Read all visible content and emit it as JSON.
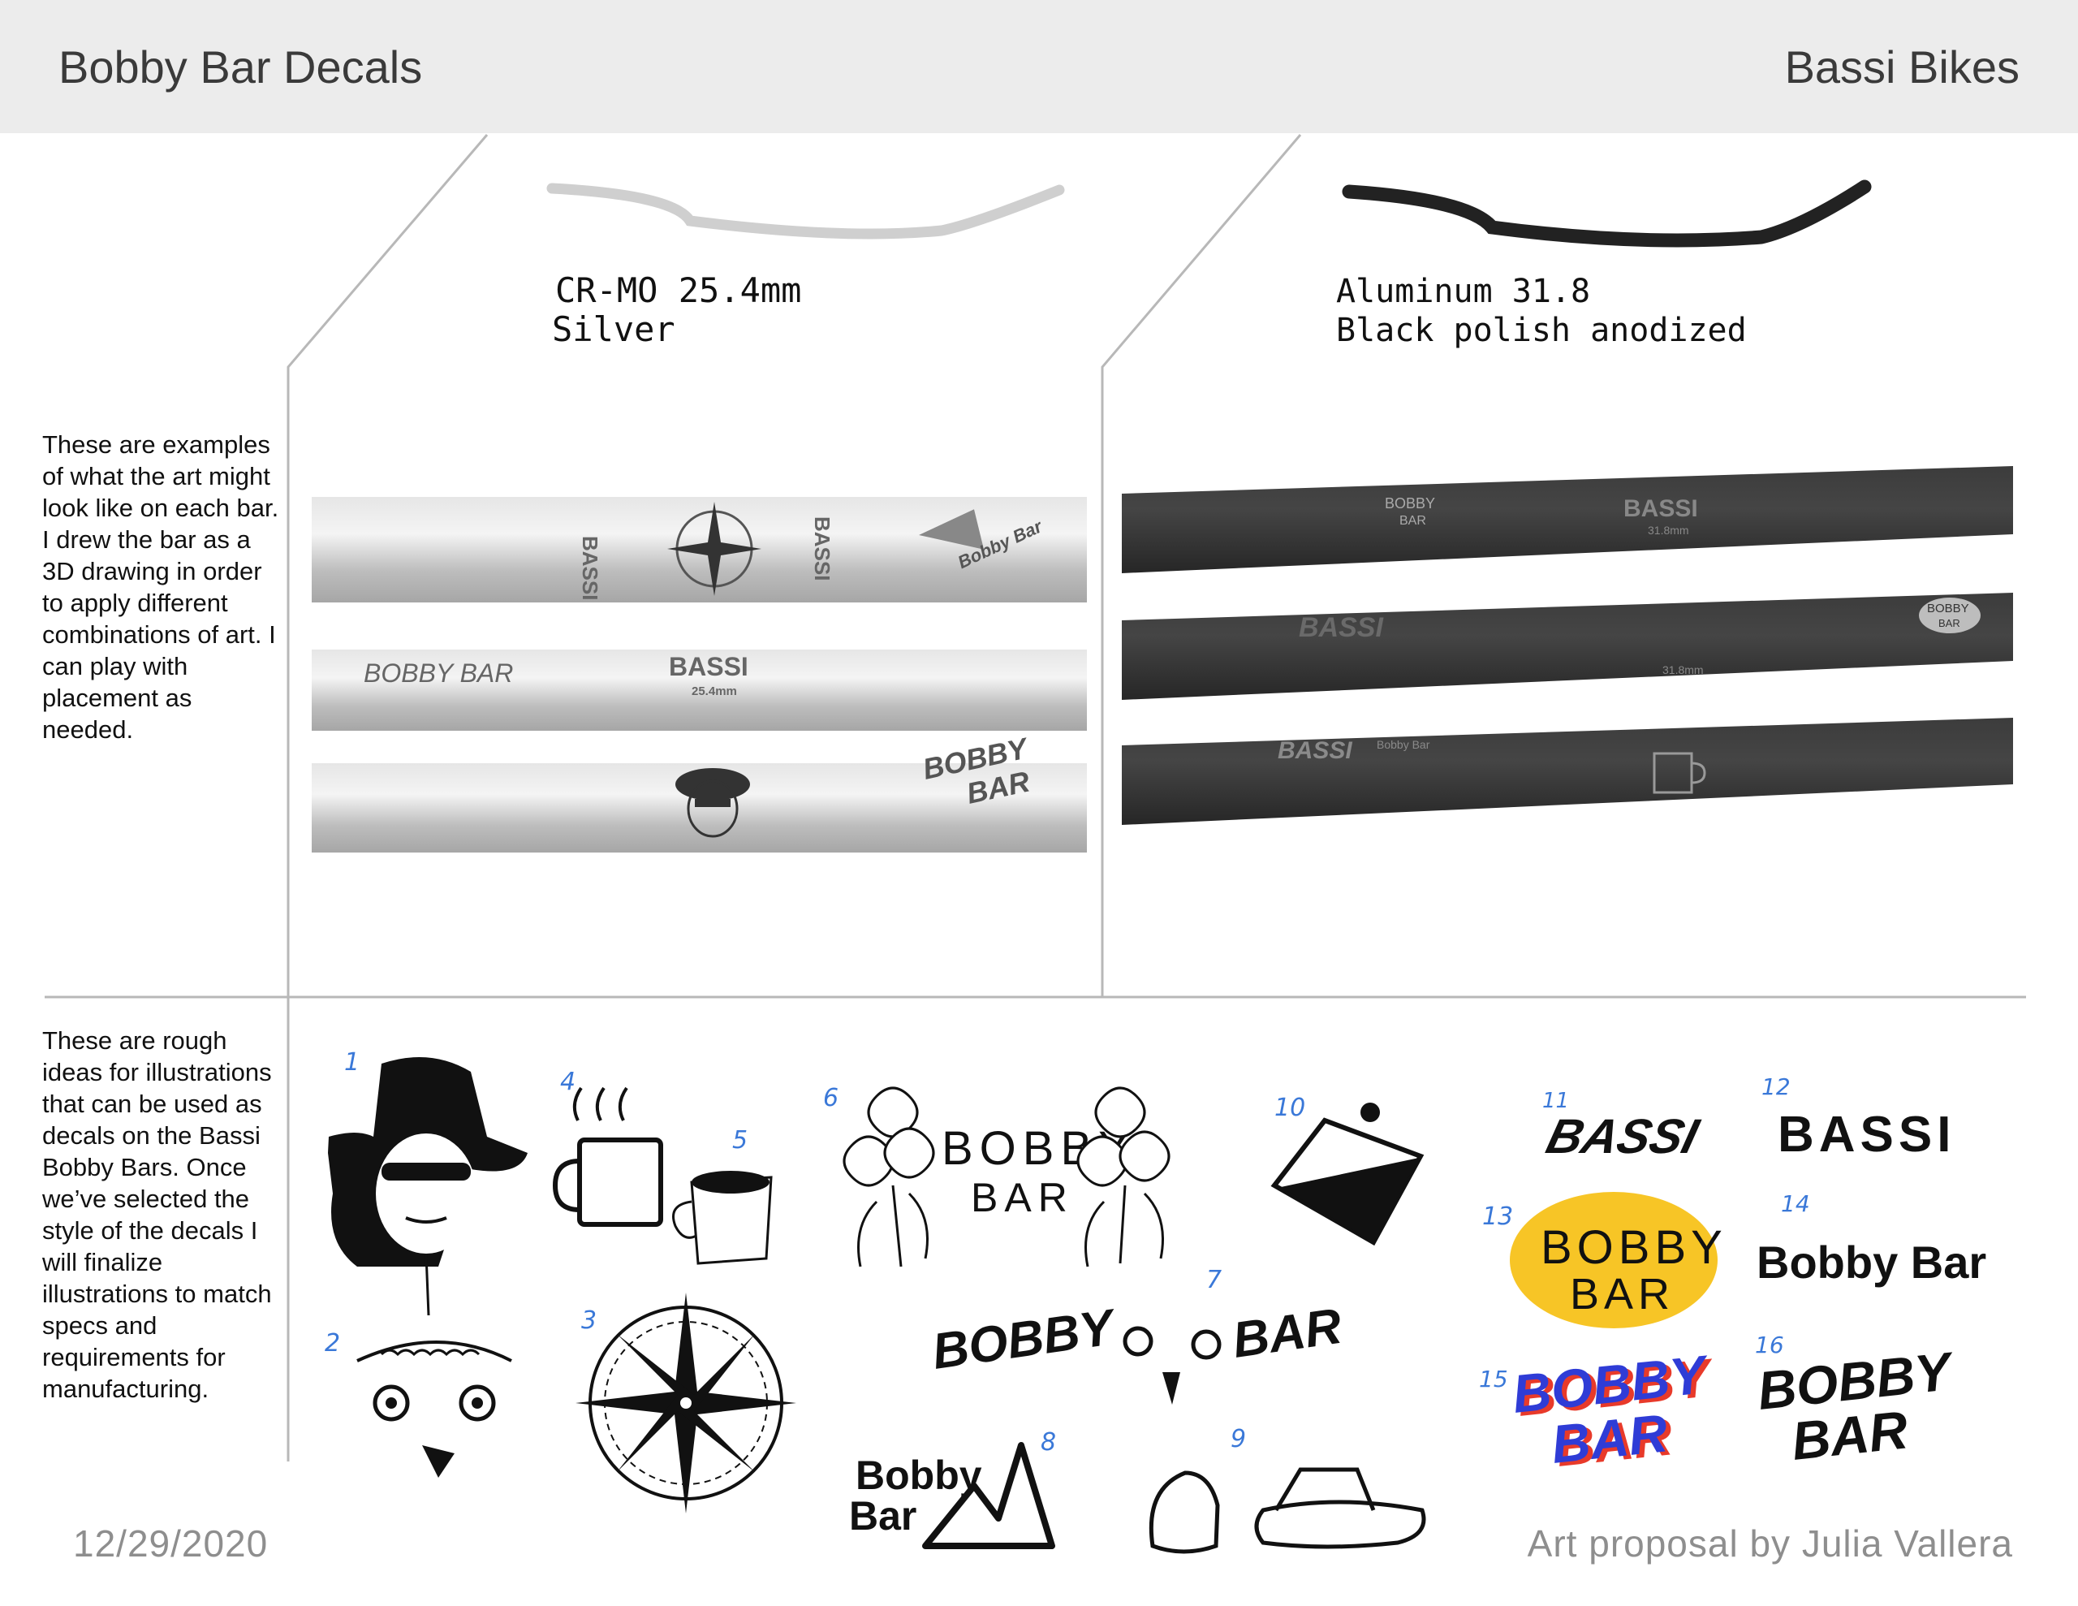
{
  "header": {
    "title": "Bobby Bar Decals",
    "brand": "Bassi Bikes"
  },
  "intro_text": "These are examples of what the art might look like on each bar. I drew the bar as a 3D drawing in order to apply different combinations of art. I can play with placement as needed.",
  "ideas_text": "These are rough ideas for illustrations that can be used as decals on the Bassi Bobby Bars. Once we’ve selected the style of the decals I will finalize illustrations to match specs and requirements for manufacturing.",
  "bars": [
    {
      "line1": "CR-MO 25.4mm",
      "line2": "Silver",
      "color": "#c9c9c9"
    },
    {
      "line1": "Aluminum 31.8",
      "line2": "Black polish anodized",
      "color": "#2b2b2b"
    }
  ],
  "mockup_text": {
    "bassi": "BASSI",
    "size_silver": "25.4mm",
    "size_black": "31.8mm",
    "bobby_bar": "BOBBY BAR",
    "bobby_bar_small": "Bobby Bar",
    "bobby": "BOBBY",
    "bar": "BAR",
    "bobby_badge": "BOBBY",
    "bar_badge": "BAR"
  },
  "decals": {
    "n1": "1",
    "n2": "2",
    "n3": "3",
    "n4": "4",
    "n5": "5",
    "n6": "6",
    "n7": "7",
    "n8": "8",
    "n9": "9",
    "n10": "10",
    "n11": "11",
    "n12": "12",
    "n13": "13",
    "n14": "14",
    "n15": "15",
    "n16": "16",
    "d6_top": "BOBBY",
    "d6_bottom": "BAR",
    "d7_left": "BOBBY",
    "d7_right": "BAR",
    "d8_top": "Bobby",
    "d8_bottom": "Bar",
    "d11": "BASSI",
    "d12": "BASSI",
    "d13_top": "BOBBY",
    "d13_bottom": "BAR",
    "d14": "Bobby Bar",
    "d15_top": "BOBBY",
    "d15_bottom": "BAR",
    "d16_top": "BOBBY",
    "d16_bottom": "BAR"
  },
  "colors": {
    "badge_yellow": "#f7c526",
    "blue": "#2f3cd6",
    "red": "#e83a2a",
    "number_blue": "#3a78d8"
  },
  "footer": {
    "date": "12/29/2020",
    "credit": "Art proposal by Julia Vallera"
  }
}
